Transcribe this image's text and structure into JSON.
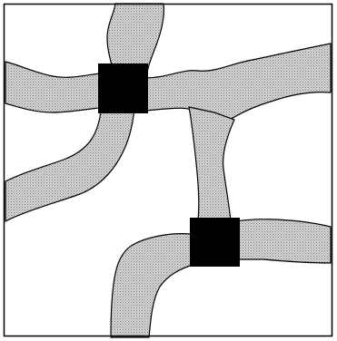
{
  "colors": {
    "background": "#ffffff",
    "outline": "#000000",
    "channel_fill_base": "#d9d9d9",
    "channel_dot": "#7f7f7f",
    "junction": "#000000"
  },
  "diagram": {
    "frame": "square-border",
    "channels": [
      "channel-top-vertical",
      "channel-left-upper-horizontal",
      "channel-left-lower-curve",
      "channel-right-upper",
      "channel-center-vertical",
      "channel-right-lower-horizontal",
      "channel-bottom-curve"
    ],
    "junctions": [
      "junction-upper-left",
      "junction-lower-right"
    ]
  }
}
